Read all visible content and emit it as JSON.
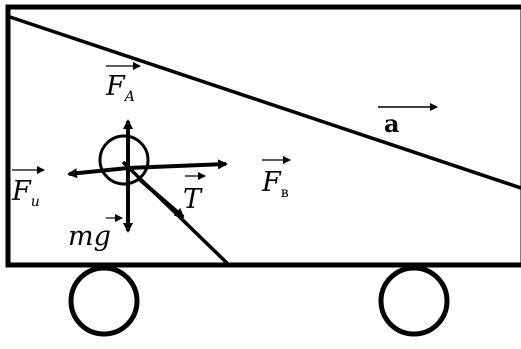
{
  "diagram": {
    "acceleration": {
      "symbol": "a"
    },
    "forces": [
      {
        "id": "archimedes",
        "base": "F",
        "sub": "A"
      },
      {
        "id": "inertia",
        "base": "F",
        "sub": "u"
      },
      {
        "id": "tension",
        "base": "T",
        "sub": ""
      },
      {
        "id": "buoyancy",
        "base": "F",
        "sub": "в"
      },
      {
        "id": "gravity",
        "text": "mg"
      }
    ]
  }
}
